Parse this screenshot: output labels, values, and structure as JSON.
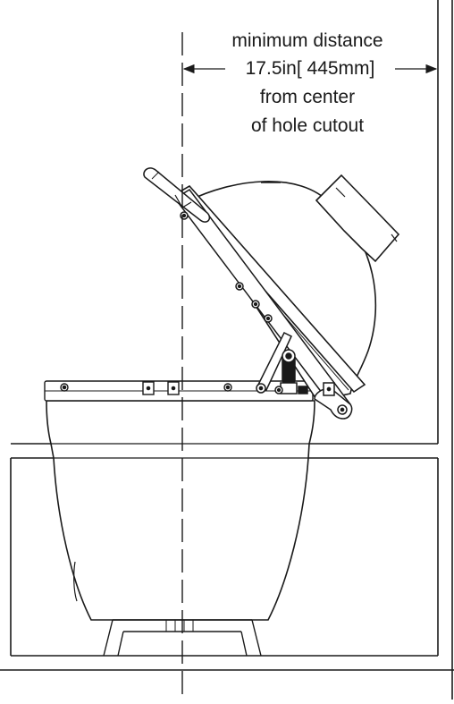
{
  "annotation": {
    "line1": "minimum distance",
    "line2": "17.5in[ 445mm]",
    "line3": "from center",
    "line4": "of hole cutout"
  },
  "colors": {
    "stroke": "#1a1a1a",
    "fill": "#ffffff",
    "shade": "#d9d9d9"
  }
}
